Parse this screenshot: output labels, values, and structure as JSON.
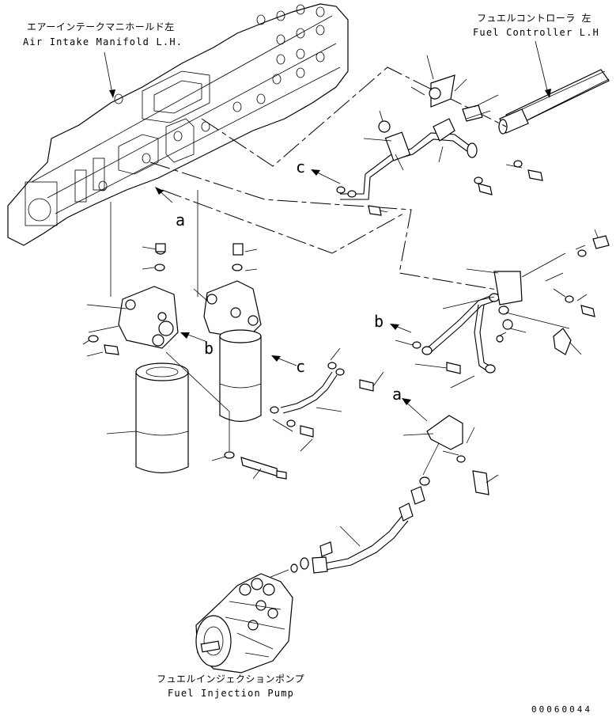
{
  "labels": {
    "air_intake_manifold_jp": "エアーインテークマニホールド左",
    "air_intake_manifold_en": "Air Intake Manifold L.H.",
    "fuel_controller_jp": "フュエルコントローラ 左",
    "fuel_controller_en": "Fuel Controller L.H",
    "fuel_injection_pump_jp": "フュエルインジェクションポンプ",
    "fuel_injection_pump_en": "Fuel Injection Pump"
  },
  "reference_letters": {
    "a_upper": "a",
    "a_lower": "a",
    "b_left": "b",
    "b_right": "b",
    "c_upper": "c",
    "c_lower": "c"
  },
  "part_number": "00060044"
}
